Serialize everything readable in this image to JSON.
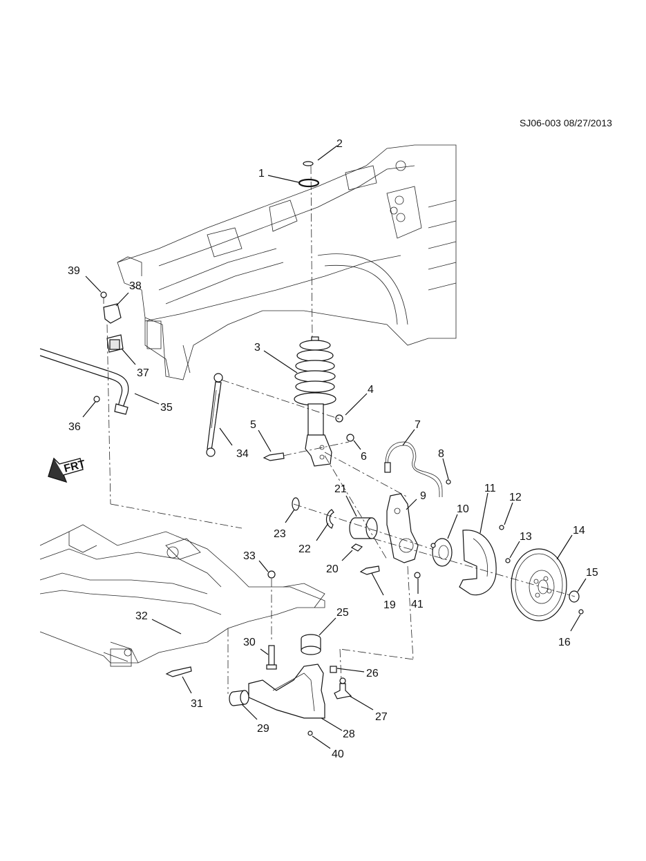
{
  "header": {
    "ref_code": "SJ06-003 08/27/2013"
  },
  "front_indicator": {
    "text": "FRT",
    "icon": "arrow-down-left-icon"
  },
  "callouts": [
    {
      "label": "1"
    },
    {
      "label": "2"
    },
    {
      "label": "3"
    },
    {
      "label": "4"
    },
    {
      "label": "5"
    },
    {
      "label": "6"
    },
    {
      "label": "7"
    },
    {
      "label": "8"
    },
    {
      "label": "9"
    },
    {
      "label": "10"
    },
    {
      "label": "11"
    },
    {
      "label": "12"
    },
    {
      "label": "13"
    },
    {
      "label": "14"
    },
    {
      "label": "15"
    },
    {
      "label": "16"
    },
    {
      "label": "19"
    },
    {
      "label": "20"
    },
    {
      "label": "21"
    },
    {
      "label": "22"
    },
    {
      "label": "23"
    },
    {
      "label": "25"
    },
    {
      "label": "26"
    },
    {
      "label": "27"
    },
    {
      "label": "28"
    },
    {
      "label": "29"
    },
    {
      "label": "30"
    },
    {
      "label": "31"
    },
    {
      "label": "32"
    },
    {
      "label": "33"
    },
    {
      "label": "34"
    },
    {
      "label": "35"
    },
    {
      "label": "36"
    },
    {
      "label": "37"
    },
    {
      "label": "38"
    },
    {
      "label": "39"
    },
    {
      "label": "40"
    },
    {
      "label": "41"
    }
  ]
}
